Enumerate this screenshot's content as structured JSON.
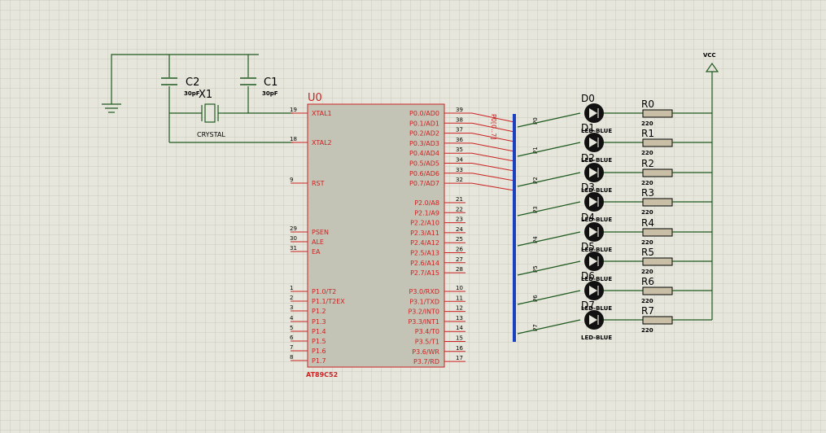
{
  "colors": {
    "background": "#e6e6dc",
    "grid": "#c9c9bc",
    "wire": "#1f5a1f",
    "chip": "#cc2222",
    "chip_fill": "#c4c4b6",
    "bus": "#1a3fbf",
    "text": "#000000",
    "resistor_fill": "#c8bfa6"
  },
  "crystal": {
    "label": "X1",
    "name": "CRYSTAL"
  },
  "caps": [
    {
      "ref": "C2",
      "value": "30pF"
    },
    {
      "ref": "C1",
      "value": "30pF"
    }
  ],
  "chip": {
    "ref": "U0",
    "part": "AT89C52",
    "left_pins": [
      {
        "num": "19",
        "name": "XTAL1"
      },
      {
        "num": "18",
        "name": "XTAL2"
      },
      {
        "num": "9",
        "name": "RST"
      },
      {
        "num": "29",
        "name": "PSEN"
      },
      {
        "num": "30",
        "name": "ALE"
      },
      {
        "num": "31",
        "name": "EA"
      },
      {
        "num": "1",
        "name": "P1.0/T2"
      },
      {
        "num": "2",
        "name": "P1.1/T2EX"
      },
      {
        "num": "3",
        "name": "P1.2"
      },
      {
        "num": "4",
        "name": "P1.3"
      },
      {
        "num": "5",
        "name": "P1.4"
      },
      {
        "num": "6",
        "name": "P1.5"
      },
      {
        "num": "7",
        "name": "P1.6"
      },
      {
        "num": "8",
        "name": "P1.7"
      }
    ],
    "right_pins": [
      {
        "num": "39",
        "name": "P0.0/AD0"
      },
      {
        "num": "38",
        "name": "P0.1/AD1"
      },
      {
        "num": "37",
        "name": "P0.2/AD2"
      },
      {
        "num": "36",
        "name": "P0.3/AD3"
      },
      {
        "num": "35",
        "name": "P0.4/AD4"
      },
      {
        "num": "34",
        "name": "P0.5/AD5"
      },
      {
        "num": "33",
        "name": "P0.6/AD6"
      },
      {
        "num": "32",
        "name": "P0.7/AD7"
      },
      {
        "num": "21",
        "name": "P2.0/A8"
      },
      {
        "num": "22",
        "name": "P2.1/A9"
      },
      {
        "num": "23",
        "name": "P2.2/A10"
      },
      {
        "num": "24",
        "name": "P2.3/A11"
      },
      {
        "num": "25",
        "name": "P2.4/A12"
      },
      {
        "num": "26",
        "name": "P2.5/A13"
      },
      {
        "num": "27",
        "name": "P2.6/A14"
      },
      {
        "num": "28",
        "name": "P2.7/A15"
      },
      {
        "num": "10",
        "name": "P3.0/RXD"
      },
      {
        "num": "11",
        "name": "P3.1/TXD"
      },
      {
        "num": "12",
        "name": "P3.2/INT0"
      },
      {
        "num": "13",
        "name": "P3.3/INT1"
      },
      {
        "num": "14",
        "name": "P3.4/T0"
      },
      {
        "num": "15",
        "name": "P3.5/T1"
      },
      {
        "num": "16",
        "name": "P3.6/WR"
      },
      {
        "num": "17",
        "name": "P3.7/RD"
      }
    ]
  },
  "bus_labels": [
    "P0",
    "P1",
    "P2",
    "P3",
    "P4",
    "P5",
    "P6",
    "P7"
  ],
  "leds": [
    {
      "ref": "D0",
      "type": "LED-BLUE"
    },
    {
      "ref": "D1",
      "type": "LED-BLUE"
    },
    {
      "ref": "D2",
      "type": "LED-BLUE"
    },
    {
      "ref": "D3",
      "type": "LED-BLUE"
    },
    {
      "ref": "D4",
      "type": "LED-BLUE"
    },
    {
      "ref": "D5",
      "type": "LED-BLUE"
    },
    {
      "ref": "D6",
      "type": "LED-BLUE"
    },
    {
      "ref": "D7",
      "type": "LED-BLUE"
    }
  ],
  "resistors": [
    {
      "ref": "R0",
      "value": "220"
    },
    {
      "ref": "R1",
      "value": "220"
    },
    {
      "ref": "R2",
      "value": "220"
    },
    {
      "ref": "R3",
      "value": "220"
    },
    {
      "ref": "R4",
      "value": "220"
    },
    {
      "ref": "R5",
      "value": "220"
    },
    {
      "ref": "R6",
      "value": "220"
    },
    {
      "ref": "R7",
      "value": "220"
    }
  ],
  "vcc_label": "VCC"
}
